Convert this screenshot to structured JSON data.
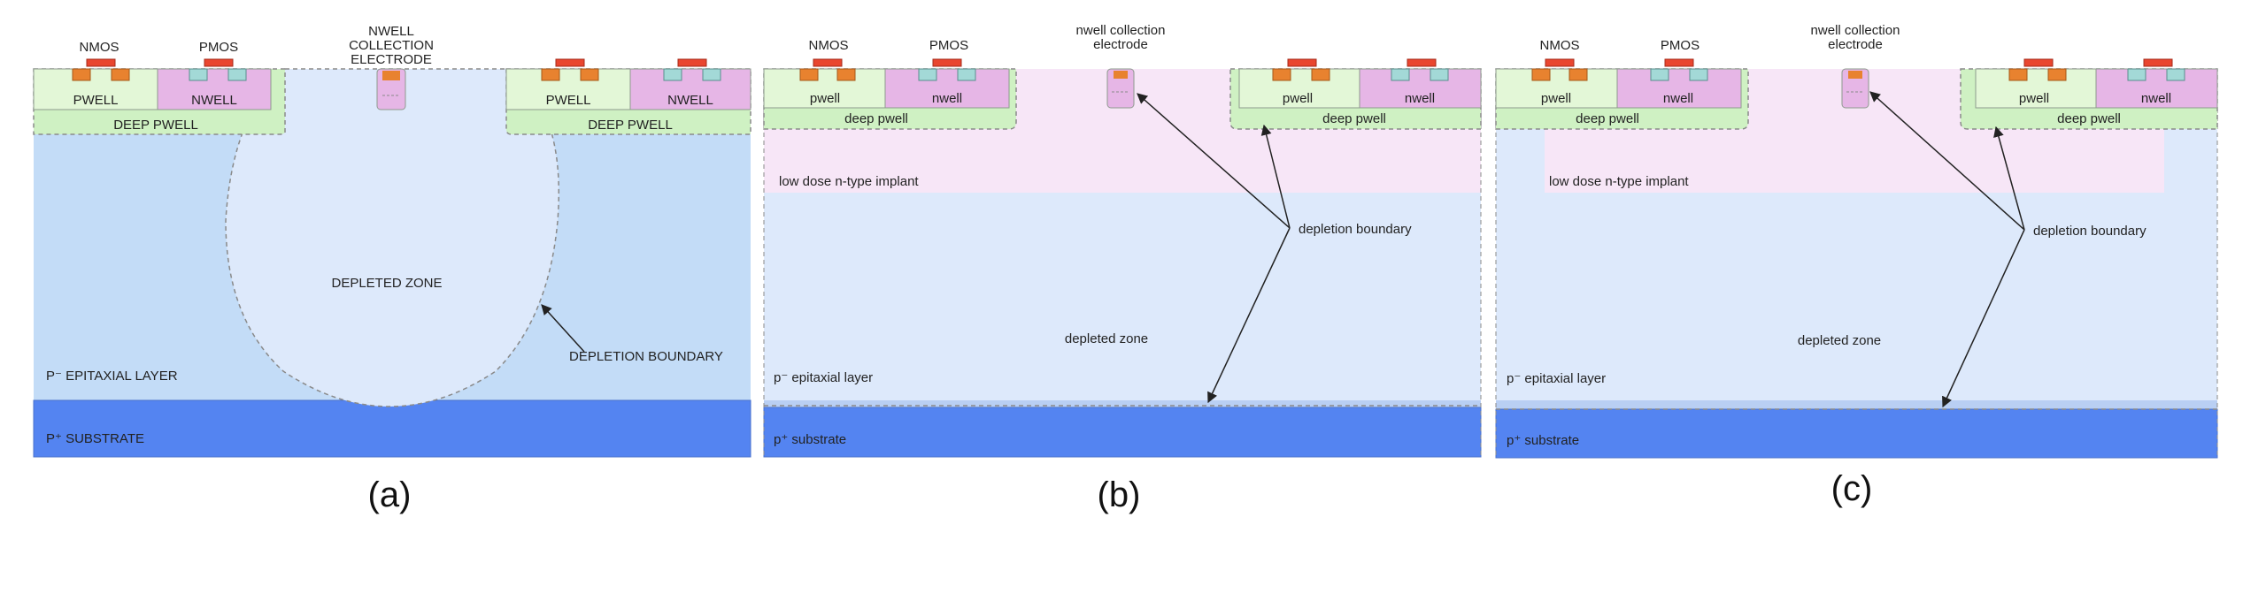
{
  "colors": {
    "background": "#ffffff",
    "epi": "#c3dcf7",
    "epi_depleted_light": "#dde9fb",
    "depleted_zone_fill": "#dde9fb",
    "substrate": "#5484f1",
    "substrate_border": "#4a72cc",
    "deep_pwell": "#cff1c3",
    "pwell": "#e3f7d7",
    "well_border": "#8e9a8e",
    "nwell": "#e6b6e6",
    "implant": "#f7e6f7",
    "gate": "#e9462f",
    "gate_border": "#a52a1a",
    "ndiff": "#e8822f",
    "pdiff": "#a3d9d7",
    "boundary": "#8a8a8a",
    "arrow": "#222222"
  },
  "panels": [
    {
      "id": "a",
      "caption": "(a)",
      "nmos_label": "NMOS",
      "pmos_label": "PMOS",
      "electrode_label_lines": [
        "NWELL",
        "COLLECTION",
        "ELECTRODE"
      ],
      "pwell_label": "PWELL",
      "nwell_label": "NWELL",
      "deep_pwell_label": "DEEP PWELL",
      "depleted_zone_label": "DEPLETED ZONE",
      "depletion_boundary_label": "DEPLETION BOUNDARY",
      "epi_label": "P⁻ EPITAXIAL LAYER",
      "substrate_label": "P⁺ SUBSTRATE"
    },
    {
      "id": "b",
      "caption": "(b)",
      "nmos_label": "NMOS",
      "pmos_label": "PMOS",
      "electrode_label_lines": [
        "nwell collection",
        "electrode"
      ],
      "pwell_label": "pwell",
      "nwell_label": "nwell",
      "deep_pwell_label": "deep pwell",
      "implant_label": "low dose n-type implant",
      "depleted_zone_label": "depleted zone",
      "depletion_boundary_label": "depletion boundary",
      "epi_label": "p⁻ epitaxial layer",
      "substrate_label": "p⁺ substrate"
    },
    {
      "id": "c",
      "caption": "(c)",
      "nmos_label": "NMOS",
      "pmos_label": "PMOS",
      "electrode_label_lines": [
        "nwell collection",
        "electrode"
      ],
      "pwell_label": "pwell",
      "nwell_label": "nwell",
      "deep_pwell_label": "deep pwell",
      "implant_label": "low dose n-type implant",
      "depleted_zone_label": "depleted zone",
      "depletion_boundary_label": "depletion boundary",
      "epi_label": "p⁻ epitaxial layer",
      "substrate_label": "p⁺ substrate"
    }
  ]
}
